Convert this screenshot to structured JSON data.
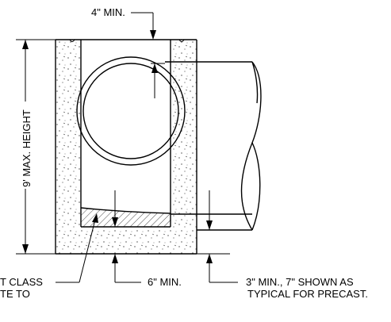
{
  "labels": {
    "top_min": "4\" MIN.",
    "max_height": "9' MAX. HEIGHT",
    "bottom_min": "6\" MIN.",
    "precast_line1": "3\" MIN., 7\" SHOWN AS",
    "precast_line2": "TYPICAL FOR PRECAST.",
    "left_note_line1": "T CLASS",
    "left_note_line2": "TE TO"
  }
}
